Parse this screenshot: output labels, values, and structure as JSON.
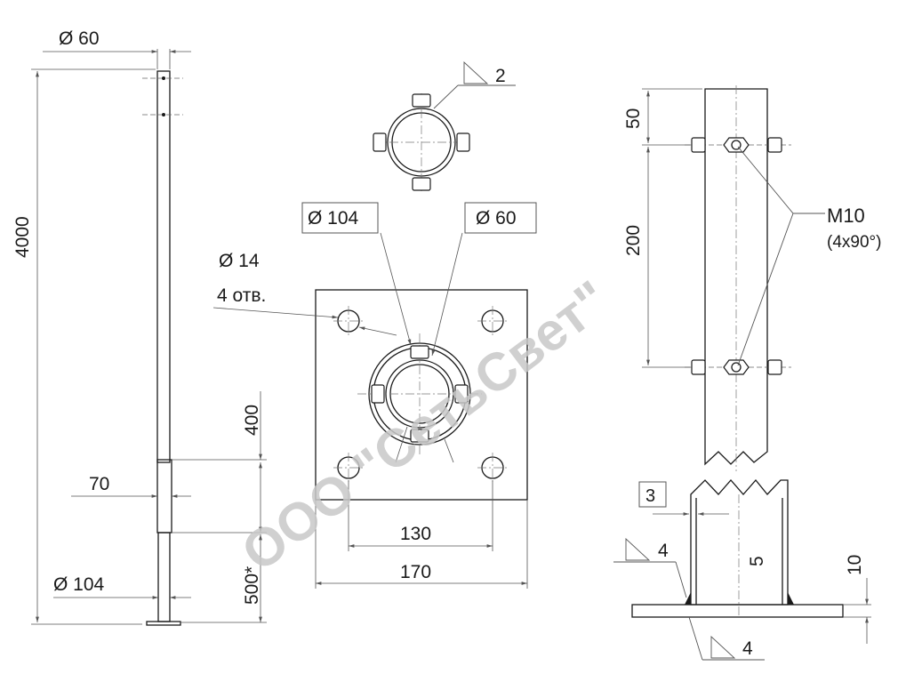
{
  "labels": {
    "d60_top": "Ø 60",
    "h4000": "4000",
    "d104_left": "Ø 104",
    "w70": "70",
    "h400": "400",
    "h500": "500*",
    "weld2": "2",
    "d104_box": "Ø 104",
    "d60_box": "Ø 60",
    "hole_d14": "Ø 14",
    "hole_count": "4 отв.",
    "w130": "130",
    "w170": "170",
    "dim50": "50",
    "dim200": "200",
    "bolt": "M10",
    "bolt_spec": "(4x90°)",
    "box3": "3",
    "weld4_top": "4",
    "weld4_bottom": "4",
    "dim5": "5",
    "dim10": "10"
  },
  "watermark": "ООО \"СетьСвет\"",
  "colors": {
    "line": "#1a1a1a",
    "dimension": "#555555",
    "watermark": "#c8c8c8"
  }
}
